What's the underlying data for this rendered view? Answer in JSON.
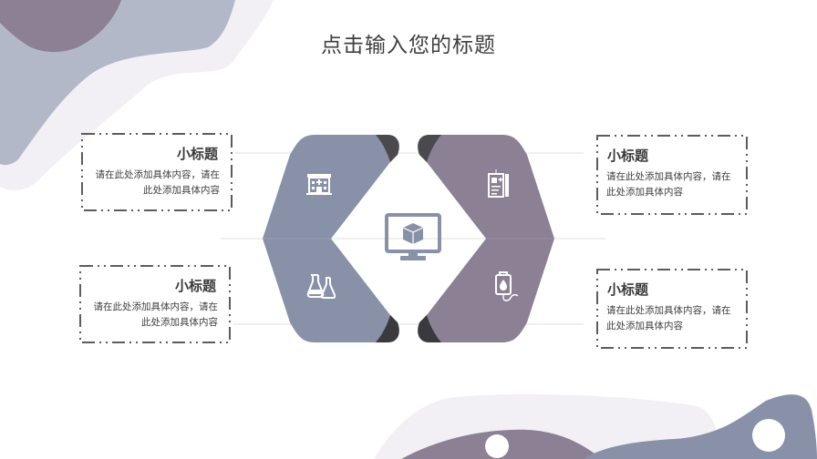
{
  "slide": {
    "title": "点击输入您的标题",
    "colors": {
      "slate_blue": "#8891a7",
      "mauve": "#8c8094",
      "light_lavender": "#f3f0f5",
      "pale_blue_gray": "#b3b8c8",
      "fold_shadow": "#4a4a4e",
      "text_dark": "#3f3f3f",
      "border_dash": "#5c5c5c"
    },
    "center_icon": "monitor-cube-icon",
    "cards": [
      {
        "position": "top-left",
        "heading": "小标题",
        "body": "请在此处添加具体内容，请在此处添加具体内容",
        "line1": "请在此处添加具体内容，请在",
        "line2": "此处添加具体内容",
        "icon": "hospital-icon"
      },
      {
        "position": "bottom-left",
        "heading": "小标题",
        "body": "请在此处添加具体内容，请在此处添加具体内容",
        "line1": "请在此处添加具体内容，请在",
        "line2": "此处添加具体内容",
        "icon": "lab-flask-icon"
      },
      {
        "position": "top-right",
        "heading": "小标题",
        "body": "请在此处添加具体内容，请在此处添加具体内容",
        "line1": "请在此处添加具体内容，请在",
        "line2": "此处添加具体内容",
        "icon": "medical-record-icon"
      },
      {
        "position": "bottom-right",
        "heading": "小标题",
        "body": "请在此处添加具体内容，请在此处添加具体内容",
        "line1": "请在此处添加具体内容，请在",
        "line2": "此处添加具体内容",
        "icon": "iv-bag-icon"
      }
    ]
  }
}
